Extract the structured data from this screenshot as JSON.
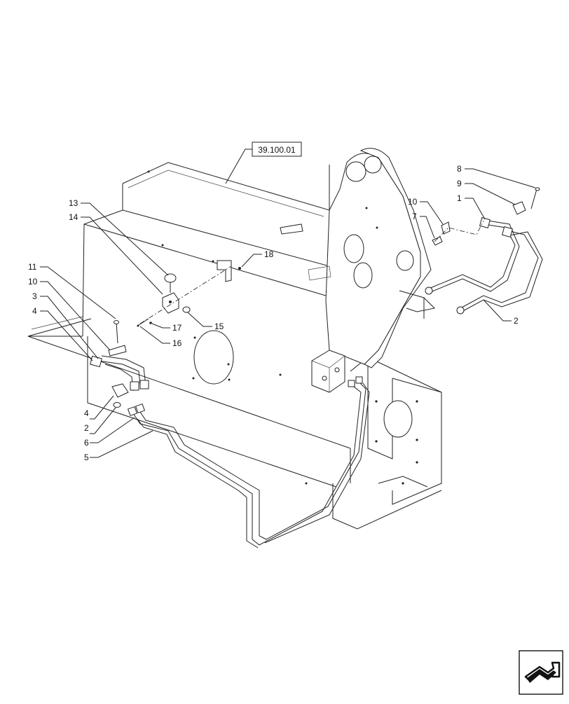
{
  "reference_box": "39.100.01",
  "callouts": [
    "13",
    "14",
    "11",
    "10",
    "3",
    "4",
    "4",
    "2",
    "6",
    "5",
    "18",
    "17",
    "16",
    "15",
    "10",
    "7",
    "8",
    "9",
    "1",
    "2"
  ],
  "nav_icon": "next-page-arrow-icon"
}
